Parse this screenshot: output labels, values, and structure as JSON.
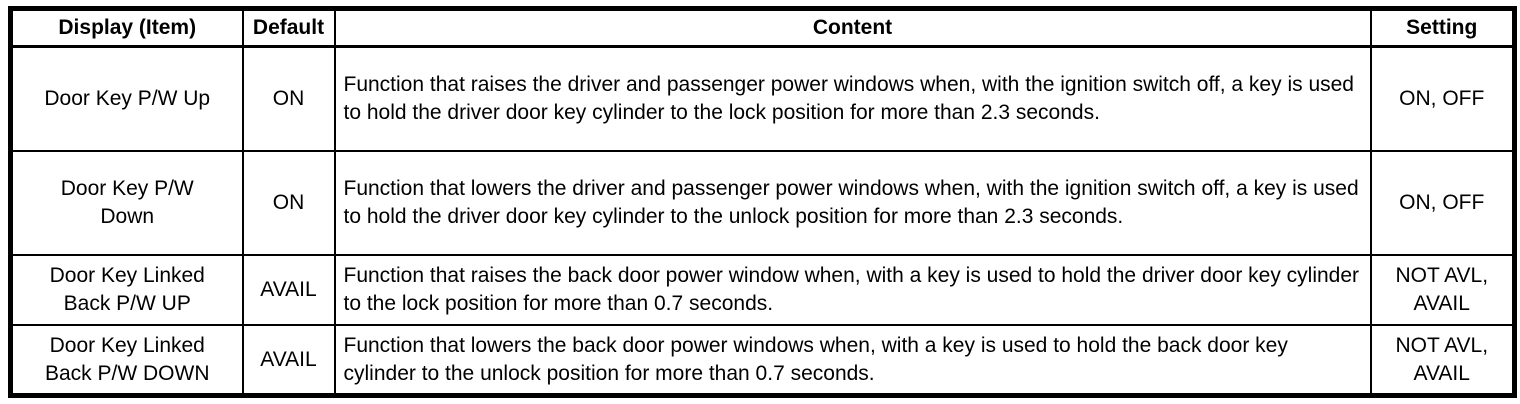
{
  "table": {
    "columns": [
      {
        "label": "Display (Item)"
      },
      {
        "label": "Default"
      },
      {
        "label": "Content"
      },
      {
        "label": "Setting"
      }
    ],
    "rows": [
      {
        "display": "Door Key P/W Up",
        "default": "ON",
        "content": "Function that raises the driver and passenger power windows when, with the ignition switch off, a key is used to hold the driver door key cylinder to the lock position for more than 2.3 seconds.",
        "setting": "ON, OFF"
      },
      {
        "display": "Door Key P/W\nDown",
        "default": "ON",
        "content": "Function that lowers the driver and passenger power windows when, with the ignition switch off, a key is used to hold the driver door key cylinder to the unlock position for more than 2.3 seconds.",
        "setting": "ON, OFF"
      },
      {
        "display": "Door Key Linked\nBack P/W UP",
        "default": "AVAIL",
        "content": "Function that raises the back door power window when, with a key is used to hold the driver door key cylinder to the lock position for more than 0.7 seconds.",
        "setting": "NOT AVL,\nAVAIL"
      },
      {
        "display": "Door Key Linked\nBack P/W DOWN",
        "default": "AVAIL",
        "content": "Function that lowers the back door power windows when, with a key is used to hold the back door key cylinder to the unlock position for more than 0.7 seconds.",
        "setting": "NOT AVL,\nAVAIL"
      }
    ]
  }
}
